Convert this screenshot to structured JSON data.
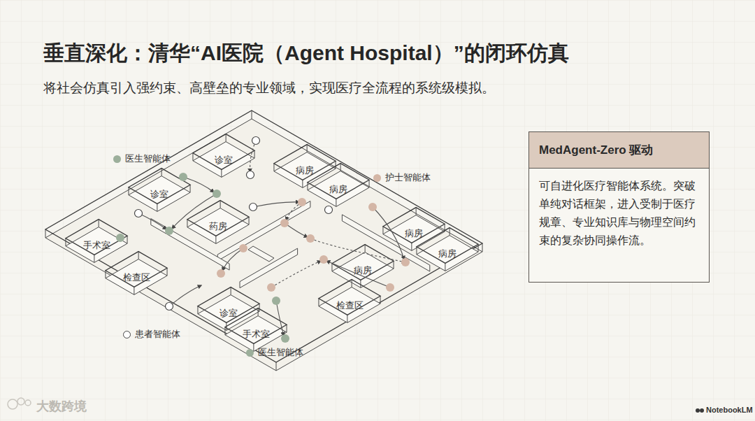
{
  "diagram": {
    "title": "垂直深化：清华“AI医院（Agent Hospital）”的闭环仿真",
    "nodes": [
      {
        "text": [
          "MedAgent-Zero 驱动",
          "可自进化医疗智能体系统。突破单纯对话框架，进入受制于医疗规章、专业知识库与物理空间约束的复杂协同操作流。"
        ]
      }
    ],
    "labels": [
      "将社会仿真引入强约束、高壁垒的专业领域，实现医疗全流程的系统级模拟。",
      "诊室",
      "诊室",
      "病房",
      "病房",
      "药房",
      "手术室",
      "检查区",
      "病房",
      "病房",
      "病房",
      "检查区",
      "诊室",
      "手术室",
      "大数跨境",
      "NotebookLM"
    ],
    "legend": [
      {
        "text": "医生智能体",
        "color": "#9caf9b"
      },
      {
        "text": "护士智能体",
        "color": "#d4b6a6"
      },
      {
        "text": "患者智能体"
      },
      {
        "text": "医生智能体",
        "color": "#9caf9b"
      }
    ]
  }
}
